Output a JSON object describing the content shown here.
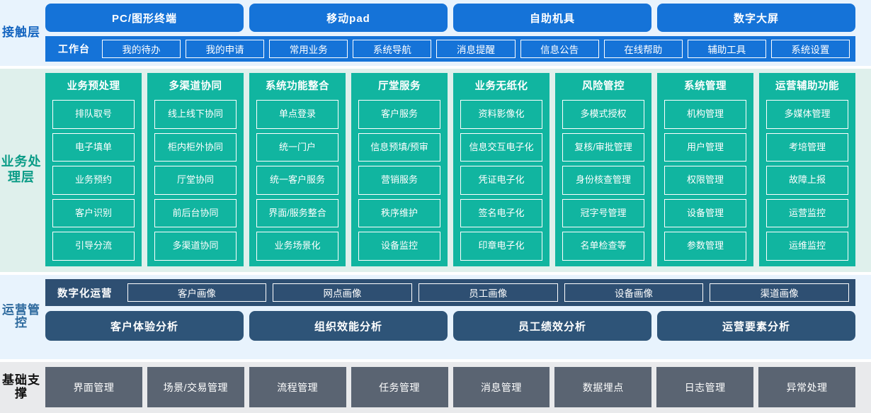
{
  "colors": {
    "touch_bg": "#e8f3fd",
    "touch_blue": "#1573d8",
    "biz_bg": "#dff0ec",
    "biz_green": "#11b5a0",
    "ops_bg": "#e8f3fd",
    "ops_dark_blue": "#2e4f72",
    "base_bg": "#e9eaec",
    "base_gray": "#5a6472"
  },
  "touch_layer": {
    "label": "接触层",
    "channels": [
      "PC/图形终端",
      "移动pad",
      "自助机具",
      "数字大屏"
    ],
    "workbench_title": "工作台",
    "items": [
      "我的待办",
      "我的申请",
      "常用业务",
      "系统导航",
      "消息提醒",
      "信息公告",
      "在线帮助",
      "辅助工具",
      "系统设置"
    ]
  },
  "business_layer": {
    "label": "业务处理层",
    "columns": [
      {
        "title": "业务预处理",
        "items": [
          "排队取号",
          "电子填单",
          "业务预约",
          "客户识别",
          "引导分流"
        ]
      },
      {
        "title": "多渠道协同",
        "items": [
          "线上线下协同",
          "柜内柜外协同",
          "厅堂协同",
          "前后台协同",
          "多渠道协同"
        ]
      },
      {
        "title": "系统功能整合",
        "items": [
          "单点登录",
          "统一门户",
          "统一客户服务",
          "界面/服务整合",
          "业务场景化"
        ]
      },
      {
        "title": "厅堂服务",
        "items": [
          "客户服务",
          "信息预填/预审",
          "营销服务",
          "秩序维护",
          "设备监控"
        ]
      },
      {
        "title": "业务无纸化",
        "items": [
          "资料影像化",
          "信息交互电子化",
          "凭证电子化",
          "签名电子化",
          "印章电子化"
        ]
      },
      {
        "title": "风险管控",
        "items": [
          "多模式授权",
          "复核/审批管理",
          "身份核查管理",
          "冠字号管理",
          "名单检查等"
        ]
      },
      {
        "title": "系统管理",
        "items": [
          "机构管理",
          "用户管理",
          "权限管理",
          "设备管理",
          "参数管理"
        ]
      },
      {
        "title": "运营辅助功能",
        "items": [
          "多媒体管理",
          "考培管理",
          "故障上报",
          "运营监控",
          "运维监控"
        ]
      }
    ]
  },
  "operations_layer": {
    "label": "运营管控",
    "digital_title": "数字化运营",
    "portraits": [
      "客户画像",
      "网点画像",
      "员工画像",
      "设备画像",
      "渠道画像"
    ],
    "analyses": [
      "客户体验分析",
      "组织效能分析",
      "员工绩效分析",
      "运营要素分析"
    ]
  },
  "foundation_layer": {
    "label": "基础支撑",
    "items": [
      "界面管理",
      "场景/交易管理",
      "流程管理",
      "任务管理",
      "消息管理",
      "数据埋点",
      "日志管理",
      "异常处理"
    ]
  }
}
